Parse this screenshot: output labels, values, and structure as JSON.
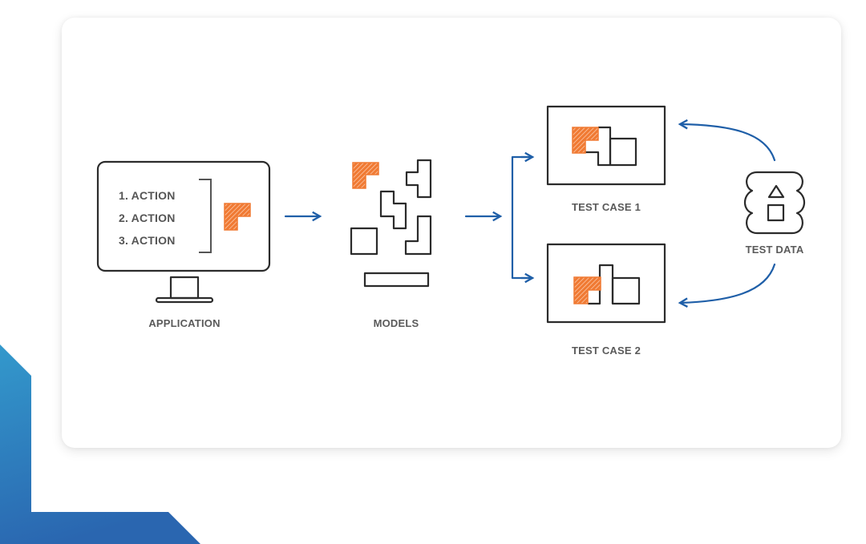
{
  "diagram": {
    "application": {
      "label": "APPLICATION",
      "actions": [
        "1.  ACTION",
        "2.  ACTION",
        "3.  ACTION"
      ]
    },
    "models": {
      "label": "MODELS"
    },
    "test_cases": [
      {
        "label": "TEST CASE 1"
      },
      {
        "label": "TEST CASE 2"
      }
    ],
    "test_data": {
      "label": "TEST DATA"
    }
  },
  "colors": {
    "accent_orange": "#f07a33",
    "arrow_blue": "#1f5fa8",
    "outline": "#2b2b2b",
    "label_gray": "#5a5a5a",
    "decor_blue_top": "#3399cc",
    "decor_blue_bottom": "#2a66b0"
  }
}
